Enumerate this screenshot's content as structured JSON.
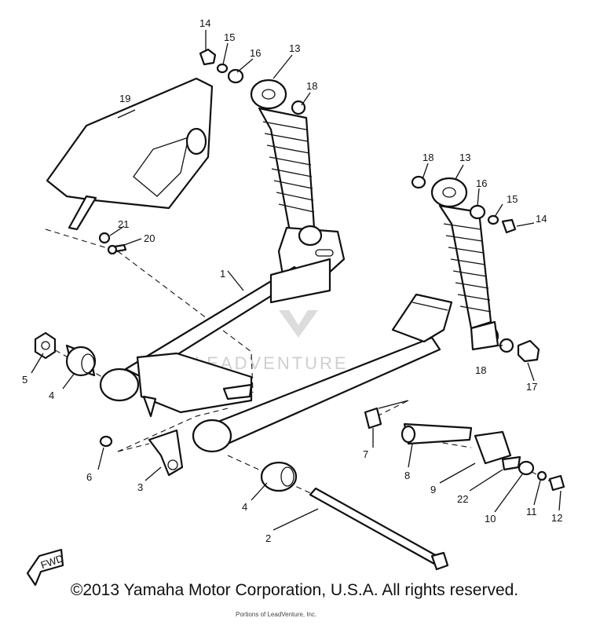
{
  "diagram": {
    "callouts": [
      {
        "id": "c1",
        "text": "1"
      },
      {
        "id": "c2",
        "text": "2"
      },
      {
        "id": "c3",
        "text": "3"
      },
      {
        "id": "c4a",
        "text": "4"
      },
      {
        "id": "c4b",
        "text": "4"
      },
      {
        "id": "c5",
        "text": "5"
      },
      {
        "id": "c6",
        "text": "6"
      },
      {
        "id": "c7",
        "text": "7"
      },
      {
        "id": "c8",
        "text": "8"
      },
      {
        "id": "c9",
        "text": "9"
      },
      {
        "id": "c10",
        "text": "10"
      },
      {
        "id": "c11",
        "text": "11"
      },
      {
        "id": "c12",
        "text": "12"
      },
      {
        "id": "c13a",
        "text": "13"
      },
      {
        "id": "c13b",
        "text": "13"
      },
      {
        "id": "c14a",
        "text": "14"
      },
      {
        "id": "c14b",
        "text": "14"
      },
      {
        "id": "c15a",
        "text": "15"
      },
      {
        "id": "c15b",
        "text": "15"
      },
      {
        "id": "c16a",
        "text": "16"
      },
      {
        "id": "c16b",
        "text": "16"
      },
      {
        "id": "c17",
        "text": "17"
      },
      {
        "id": "c18a",
        "text": "18"
      },
      {
        "id": "c18b",
        "text": "18"
      },
      {
        "id": "c18c",
        "text": "18"
      },
      {
        "id": "c19",
        "text": "19"
      },
      {
        "id": "c20",
        "text": "20"
      },
      {
        "id": "c21",
        "text": "21"
      },
      {
        "id": "c22",
        "text": "22"
      }
    ],
    "fwd_label": "FWD",
    "watermark": "LEADVENTURE"
  },
  "footer": {
    "copyright": "©2013 Yamaha Motor Corporation, U.S.A. All rights reserved.",
    "credit": "Portions of LeadVenture, Inc."
  }
}
